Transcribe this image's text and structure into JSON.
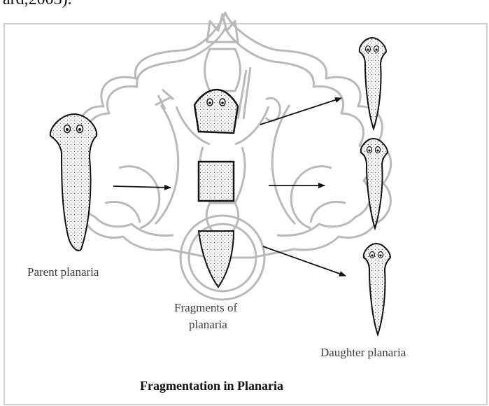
{
  "header": {
    "partial_text": "ard,2003)."
  },
  "diagram": {
    "parent_label": "Parent planaria",
    "fragments_label_line1": "Fragments of",
    "fragments_label_line2": "planaria",
    "daughter_label": "Daughter planaria",
    "caption": "Fragmentation in Planaria"
  },
  "watermark": {
    "description_icon": "university-emblem-watermark",
    "color": "#b8b8b8"
  },
  "colors": {
    "outline": "#111111",
    "stipple": "#444444",
    "watermark": "#b8b8b8",
    "frame": "#cccccc"
  }
}
